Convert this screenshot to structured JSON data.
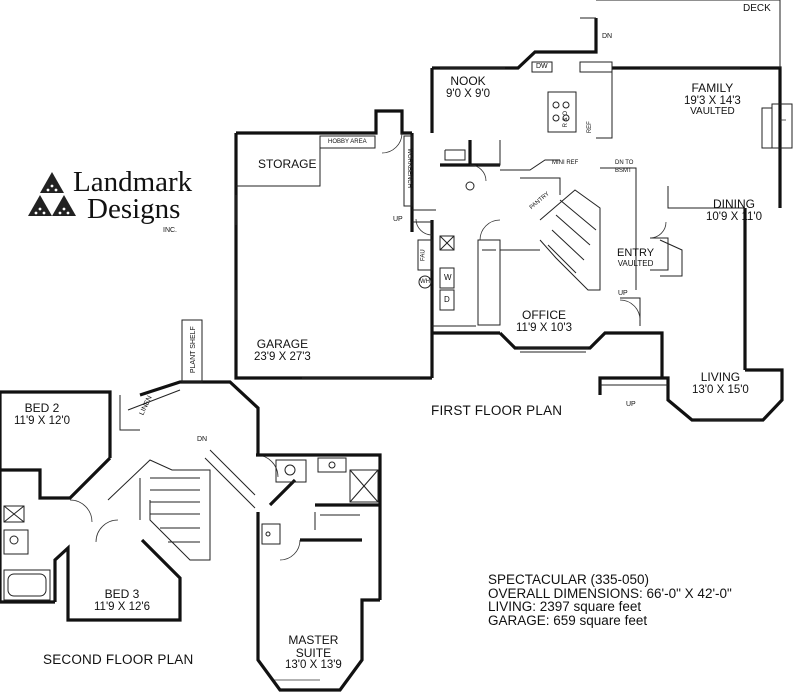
{
  "logo": {
    "line1": "Landmark",
    "line2": "Designs",
    "line3": "INC."
  },
  "rooms": {
    "deck": "DECK",
    "nook": {
      "name": "NOOK",
      "dim": "9'0 X 9'0"
    },
    "family": {
      "name": "FAMILY",
      "dim": "19'3 X 14'3",
      "note": "VAULTED"
    },
    "storage": "STORAGE",
    "hobby": "HOBBY AREA",
    "workbench": "WORKBENCH",
    "dining": {
      "name": "DINING",
      "dim": "10'9 X 11'0"
    },
    "entry": {
      "name": "ENTRY",
      "note": "VAULTED"
    },
    "garage": {
      "name": "GARAGE",
      "dim": "23'9 X 27'3"
    },
    "office": {
      "name": "OFFICE",
      "dim": "11'9 X 10'3"
    },
    "living": {
      "name": "LIVING",
      "dim": "13'0 X 15'0"
    },
    "bed2": {
      "name": "BED 2",
      "dim": "11'9 X 12'0"
    },
    "bed3": {
      "name": "BED 3",
      "dim": "11'9 X 12'6"
    },
    "master": {
      "name": "MASTER",
      "name2": "SUITE",
      "dim": "13'0 X 13'9"
    },
    "linen": "LINEN",
    "plant_shelf": "PLANT SHELF",
    "pantry": "PANTRY",
    "mini_ref": "MINI REF",
    "dn_bsmt": "DN TO",
    "dn_bsmt2": "BSMT",
    "dw": "DW",
    "ref": "REF",
    "ro": "R & O",
    "fau": "FAU",
    "wh": "WH",
    "w": "W",
    "d": "D",
    "up": "UP",
    "dn": "DN"
  },
  "headings": {
    "first": "FIRST FLOOR PLAN",
    "second": "SECOND FLOOR PLAN"
  },
  "spec": {
    "line1": "SPECTACULAR (335-050)",
    "line2": "OVERALL DIMENSIONS: 66'-0\" X 42'-0\"",
    "line3": "LIVING: 2397 square feet",
    "line4": "GARAGE: 659 square feet"
  }
}
